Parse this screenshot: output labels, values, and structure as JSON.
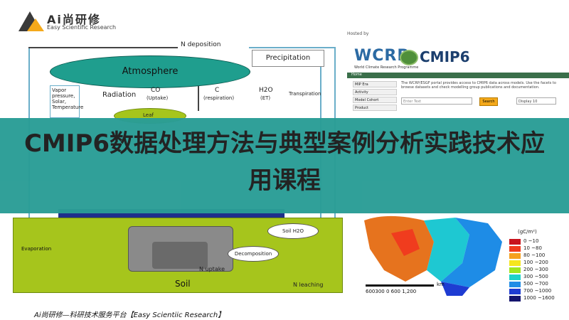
{
  "logo": {
    "name": "Ai尚研修",
    "tagline": "Easy Scientific Research"
  },
  "diagram": {
    "n_deposition": "N deposition",
    "atmosphere": "Atmosphere",
    "precipitation": "Precipitation",
    "radiation": "Radiation",
    "co2": "CO",
    "co2_sub": "(Uptake)",
    "c": "C",
    "c_sub": "(respiration)",
    "h2o": "H2O",
    "h2o_sub": "(ET)",
    "transpiration": "Transpiration",
    "vapor": "Vapor pressure, Solar, Temperature",
    "soil": "Soil",
    "n_uptake": "N uptake",
    "n_leach": "N leaching",
    "evap": "Evaporation",
    "leaf": "Leaf",
    "soil_h2o": "Soil H2O",
    "decomposition": "Decomposition"
  },
  "site": {
    "header_note": "Hosted by",
    "brand_a": "WCRP",
    "brand_b": "CMIP6",
    "subtitle": "World Climate Research Programme",
    "nav": "Home",
    "facets": [
      "MIP Era",
      "Activity",
      "Model Cohort",
      "Product"
    ],
    "description": "The WCRP/ESGF portal provides access to CMIP6 data across models. Use the facets to browse datasets and check modelling group publications and documentation.",
    "search_placeholder": "Enter Text",
    "search_button": "Search",
    "display_label": "Display 10"
  },
  "map": {
    "unit": "(gC/m²)",
    "legend": [
      {
        "label": "0 ~10",
        "color": "#c8141e"
      },
      {
        "label": "10 ~80",
        "color": "#f03c1e"
      },
      {
        "label": "80 ~100",
        "color": "#f5a01e"
      },
      {
        "label": "100 ~200",
        "color": "#f5e61e"
      },
      {
        "label": "200 ~300",
        "color": "#a0e61e"
      },
      {
        "label": "300 ~500",
        "color": "#1ed2c8"
      },
      {
        "label": "500 ~700",
        "color": "#1e8ce6"
      },
      {
        "label": "700 ~1000",
        "color": "#1e3cd2"
      },
      {
        "label": "1000 ~1600",
        "color": "#14146e"
      }
    ],
    "scale_ticks": "600300 0   600  1,200",
    "scale_unit": "km"
  },
  "banner": {
    "title": "CMIP6数据处理方法与典型案例分析实践技术应用课程"
  },
  "footer": {
    "text": "Ai尚研修—科研技术服务平台【Easy Scientiic Research】"
  }
}
